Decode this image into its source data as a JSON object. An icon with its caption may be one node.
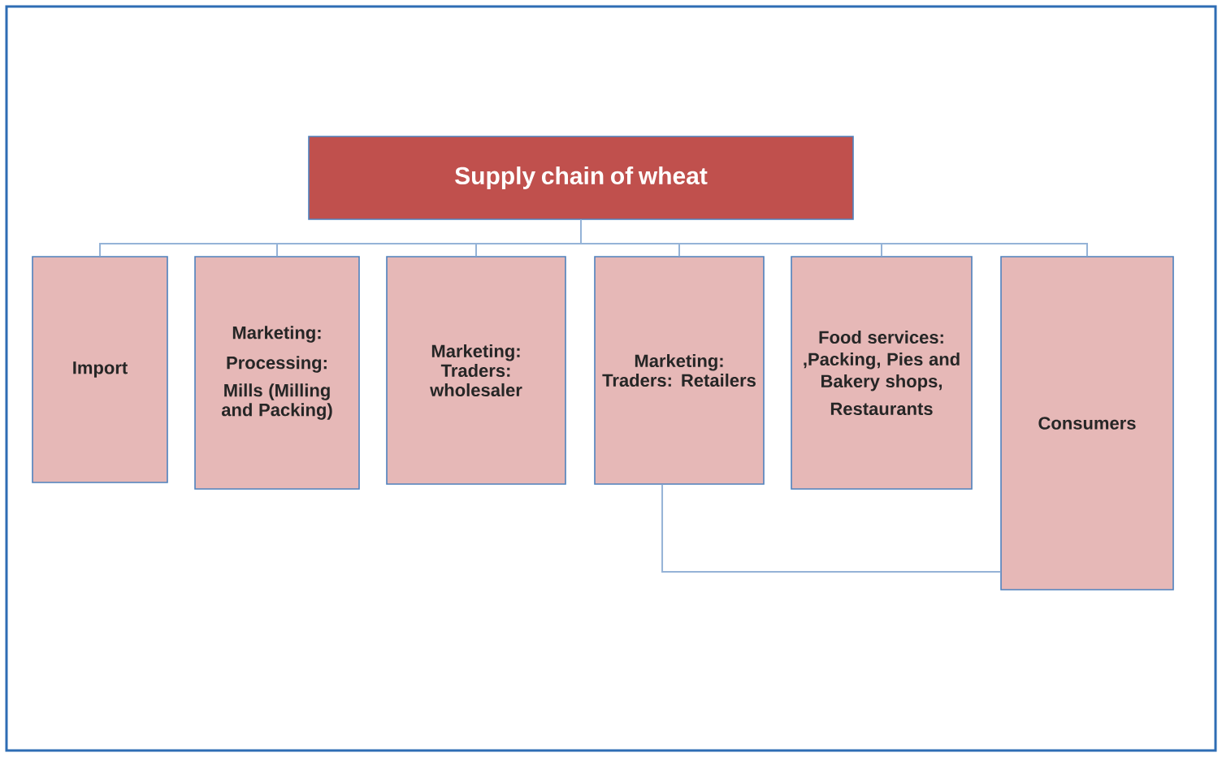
{
  "diagram": {
    "nodes": [
      {
        "text": [
          "Supply chain of wheat"
        ]
      },
      {
        "text": [
          "Import"
        ]
      },
      {
        "text": [
          "Marketing:",
          "Processing:",
          "Mills (Milling and Packing)"
        ]
      },
      {
        "text": [
          "Marketing: Traders: wholesaler"
        ]
      },
      {
        "text": [
          "Marketing: Traders: Retailers"
        ]
      },
      {
        "text": [
          "Food services: ,Packing, Pies and Bakery shops,",
          "Restaurants"
        ]
      },
      {
        "text": [
          "Consumers"
        ]
      }
    ],
    "edges": [
      {
        "from": 0,
        "to": 1,
        "arrow": "none"
      },
      {
        "from": 0,
        "to": 2,
        "arrow": "none"
      },
      {
        "from": 0,
        "to": 3,
        "arrow": "none"
      },
      {
        "from": 0,
        "to": 4,
        "arrow": "none"
      },
      {
        "from": 0,
        "to": 5,
        "arrow": "none"
      },
      {
        "from": 0,
        "to": 6,
        "arrow": "none"
      },
      {
        "from": 4,
        "to": 6,
        "arrow": "none"
      }
    ]
  }
}
